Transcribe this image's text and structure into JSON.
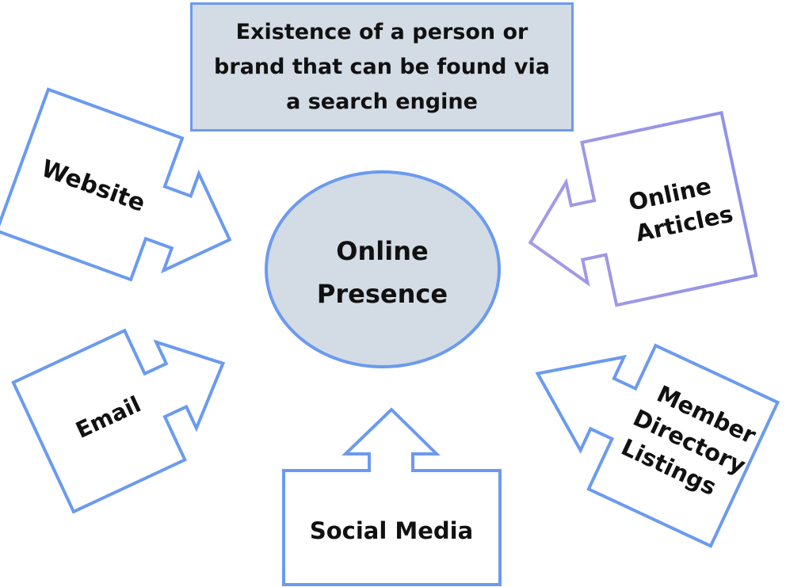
{
  "definition": {
    "text": "Existence of a person or brand that can be found via a search engine"
  },
  "center": {
    "line1": "Online",
    "line2": "Presence"
  },
  "sources": {
    "website": "Website",
    "email": "Email",
    "social_media": "Social Media",
    "online_articles": {
      "line1": "Online",
      "line2": "Articles"
    },
    "member_directory": {
      "line1": "Member",
      "line2": "Directory",
      "line3": "Listings"
    }
  },
  "colors": {
    "outline": "#6b9af0",
    "outline_purple": "#9a8fe2",
    "fill_gray": "#d3dce4"
  }
}
